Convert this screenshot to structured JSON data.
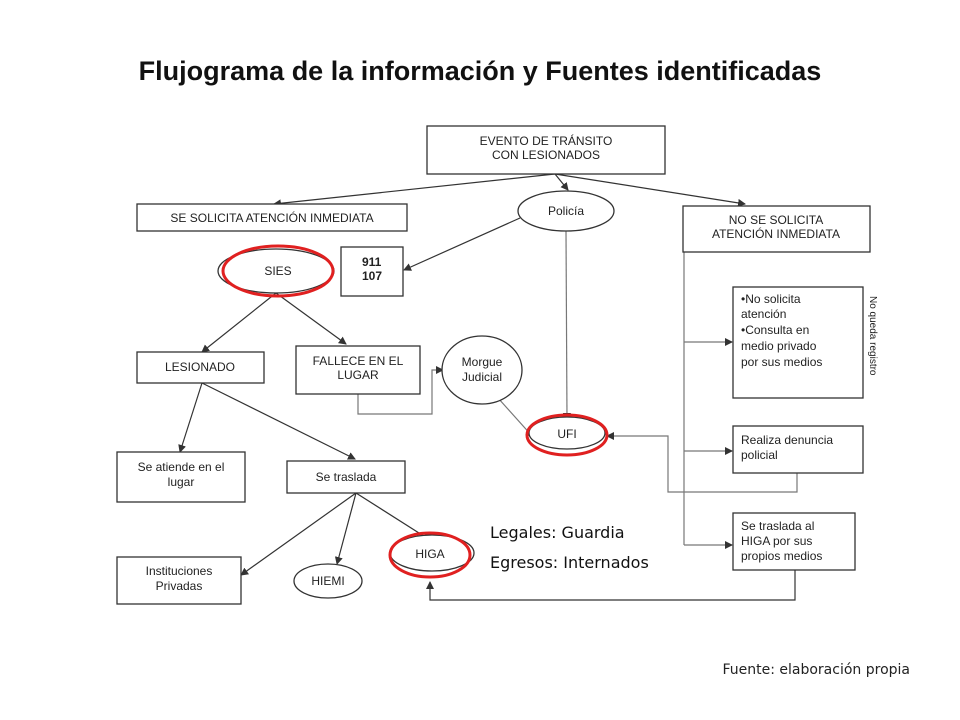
{
  "title": "Flujograma de la información y Fuentes identificadas",
  "nodes": {
    "evento": [
      "EVENTO DE TRÁNSITO",
      "CON LESIONADOS"
    ],
    "se_solicita": "SE SOLICITA ATENCIÓN INMEDIATA",
    "policia": "Policía",
    "no_solicita": [
      "NO SE SOLICITA",
      "ATENCIÓN INMEDIATA"
    ],
    "sies": "SIES",
    "phones": [
      "911",
      "107"
    ],
    "lesionado": "LESIONADO",
    "fallece": [
      "FALLECE EN EL",
      "LUGAR"
    ],
    "morgue": [
      "Morgue",
      "Judicial"
    ],
    "ufi": "UFI",
    "atiende": [
      "Se atiende en el",
      "lugar"
    ],
    "traslada": "Se traslada",
    "instituciones": [
      "Instituciones",
      "Privadas"
    ],
    "hiemi": "HIEMI",
    "higa": "HIGA",
    "no_solicita_atencion": [
      "•No solicita",
      "atención",
      "•Consulta en",
      "medio privado",
      "por sus medios"
    ],
    "denuncia": [
      "Realiza denuncia",
      "policial"
    ],
    "traslada_higa": [
      "Se traslada al",
      "HIGA por sus",
      "propios medios"
    ],
    "no_queda_registro": "No queda registro"
  },
  "annotations": [
    "Legales: Guardia",
    "Egresos: Internados"
  ],
  "source": "Fuente: elaboración propia",
  "colors": {
    "highlight": "#e02020",
    "stroke": "#333333"
  }
}
